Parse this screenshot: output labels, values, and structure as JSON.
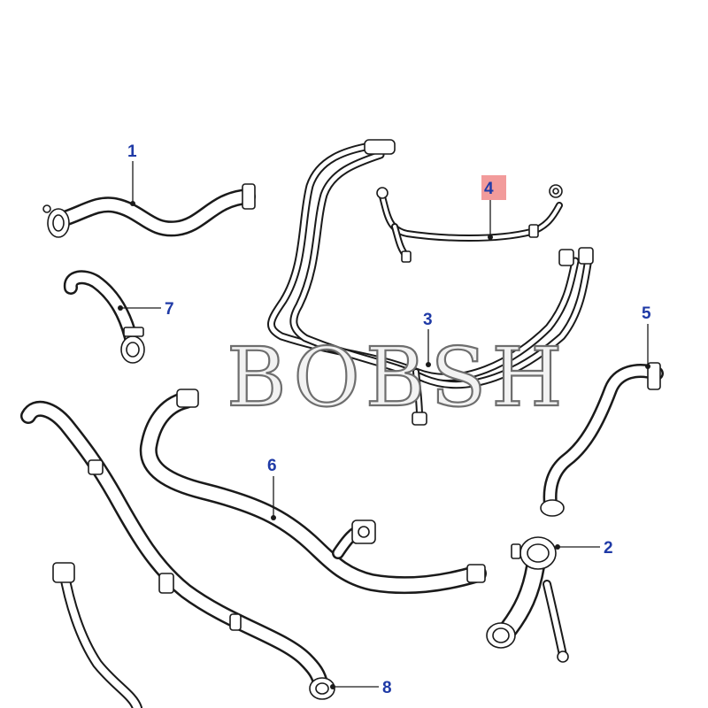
{
  "watermark": "BOBSH",
  "callouts": {
    "c1": "1",
    "c2": "2",
    "c3": "3",
    "c4": "4",
    "c5": "5",
    "c6": "6",
    "c7": "7",
    "c8": "8"
  },
  "colors": {
    "label": "#1f3aa6",
    "highlight": "#f08a8a",
    "line": "#1a1a1a"
  }
}
